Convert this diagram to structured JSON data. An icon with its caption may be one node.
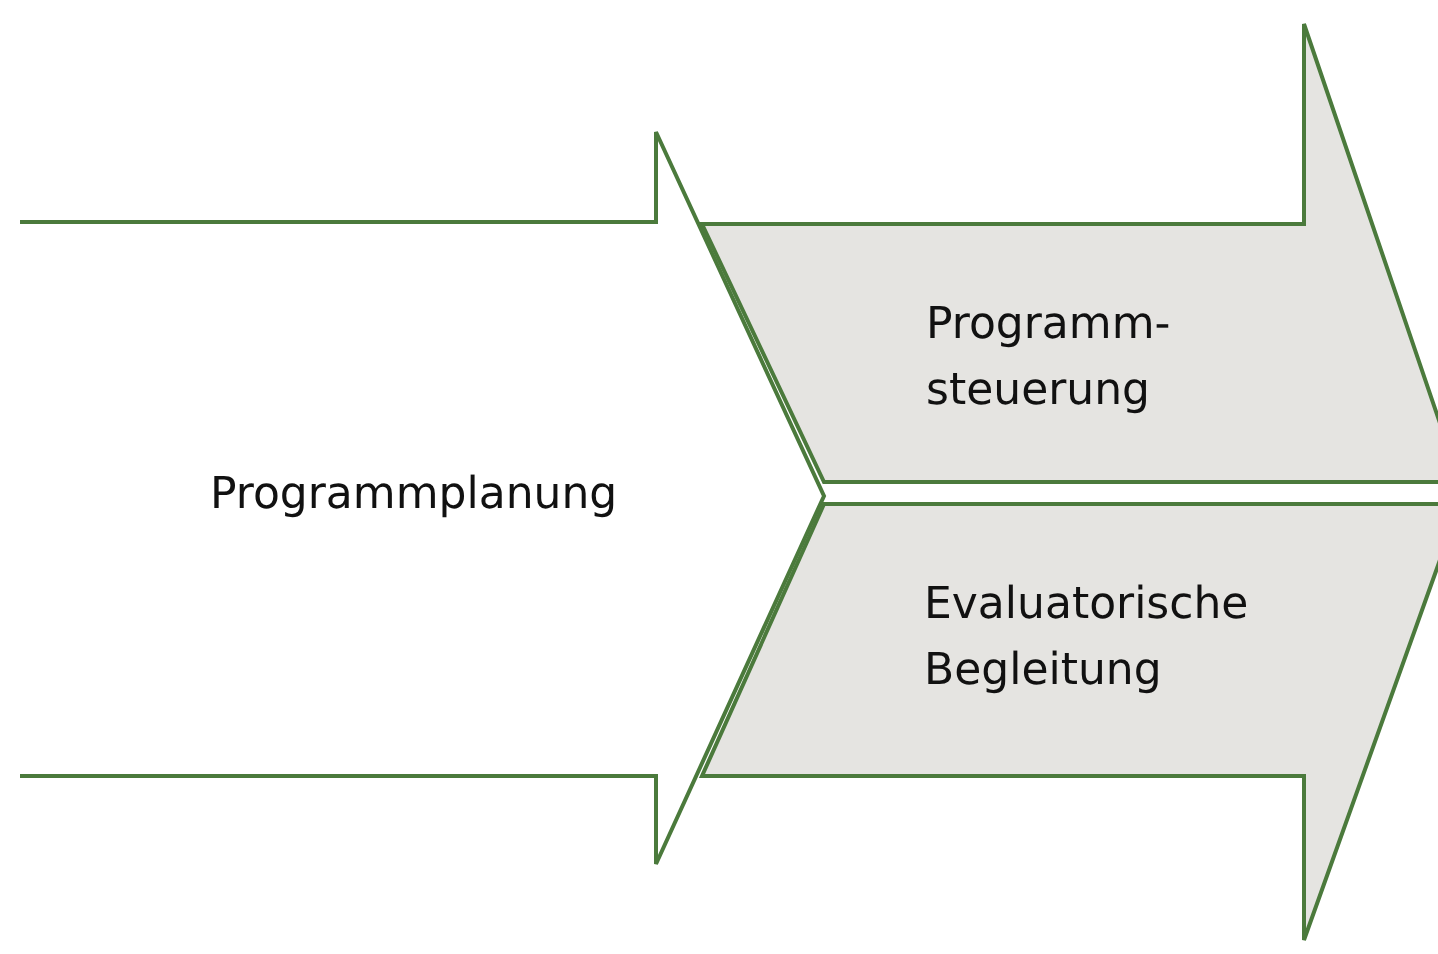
{
  "diagram": {
    "nodes": [
      {
        "text": [
          "Programmplanung"
        ]
      },
      {
        "text": [
          "Programm- steuerung"
        ]
      },
      {
        "text": [
          "Evaluatorische Begleitung"
        ]
      }
    ]
  }
}
